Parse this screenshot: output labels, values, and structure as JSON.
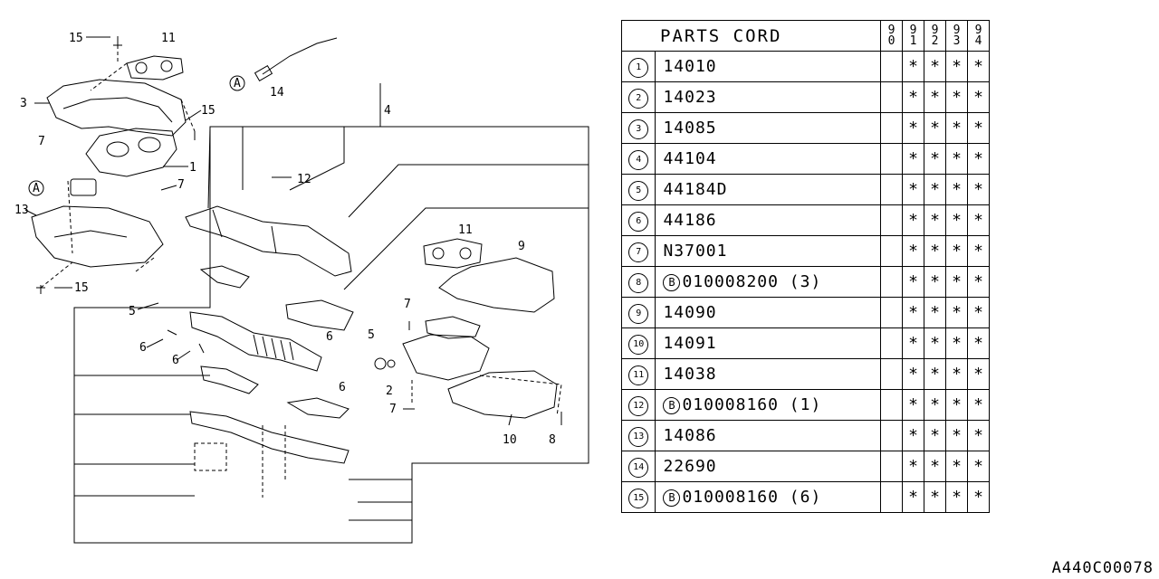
{
  "diagram": {
    "callouts": {
      "c15a": "15",
      "c11a": "11",
      "cA1": "A",
      "c14": "14",
      "c3": "3",
      "c15b": "15",
      "c4": "4",
      "c7a": "7",
      "c1": "1",
      "c12": "12",
      "c7b": "7",
      "cA2": "A",
      "c13": "13",
      "c15c": "15",
      "c5a": "5",
      "c11b": "11",
      "c9": "9",
      "c7c": "7",
      "c6a": "6",
      "c6b": "6",
      "c6c": "6",
      "c6d": "6",
      "c5b": "5",
      "c2": "2",
      "c7d": "7",
      "c10": "10",
      "c8": "8"
    },
    "code": "A440C00078"
  },
  "table": {
    "header": "PARTS CORD",
    "years": [
      [
        "9",
        "0"
      ],
      [
        "9",
        "1"
      ],
      [
        "9",
        "2"
      ],
      [
        "9",
        "3"
      ],
      [
        "9",
        "4"
      ]
    ],
    "rows": [
      {
        "no": "1",
        "bolt": "",
        "part": "14010",
        "marks": [
          "",
          "*",
          "*",
          "*",
          "*"
        ]
      },
      {
        "no": "2",
        "bolt": "",
        "part": "14023",
        "marks": [
          "",
          "*",
          "*",
          "*",
          "*"
        ]
      },
      {
        "no": "3",
        "bolt": "",
        "part": "14085",
        "marks": [
          "",
          "*",
          "*",
          "*",
          "*"
        ]
      },
      {
        "no": "4",
        "bolt": "",
        "part": "44104",
        "marks": [
          "",
          "*",
          "*",
          "*",
          "*"
        ]
      },
      {
        "no": "5",
        "bolt": "",
        "part": "44184D",
        "marks": [
          "",
          "*",
          "*",
          "*",
          "*"
        ]
      },
      {
        "no": "6",
        "bolt": "",
        "part": "44186",
        "marks": [
          "",
          "*",
          "*",
          "*",
          "*"
        ]
      },
      {
        "no": "7",
        "bolt": "",
        "part": "N37001",
        "marks": [
          "",
          "*",
          "*",
          "*",
          "*"
        ]
      },
      {
        "no": "8",
        "bolt": "B",
        "part": "010008200 (3)",
        "marks": [
          "",
          "*",
          "*",
          "*",
          "*"
        ]
      },
      {
        "no": "9",
        "bolt": "",
        "part": "14090",
        "marks": [
          "",
          "*",
          "*",
          "*",
          "*"
        ]
      },
      {
        "no": "10",
        "bolt": "",
        "part": "14091",
        "marks": [
          "",
          "*",
          "*",
          "*",
          "*"
        ]
      },
      {
        "no": "11",
        "bolt": "",
        "part": "14038",
        "marks": [
          "",
          "*",
          "*",
          "*",
          "*"
        ]
      },
      {
        "no": "12",
        "bolt": "B",
        "part": "010008160 (1)",
        "marks": [
          "",
          "*",
          "*",
          "*",
          "*"
        ]
      },
      {
        "no": "13",
        "bolt": "",
        "part": "14086",
        "marks": [
          "",
          "*",
          "*",
          "*",
          "*"
        ]
      },
      {
        "no": "14",
        "bolt": "",
        "part": "22690",
        "marks": [
          "",
          "*",
          "*",
          "*",
          "*"
        ]
      },
      {
        "no": "15",
        "bolt": "B",
        "part": "010008160 (6)",
        "marks": [
          "",
          "*",
          "*",
          "*",
          "*"
        ]
      }
    ]
  }
}
